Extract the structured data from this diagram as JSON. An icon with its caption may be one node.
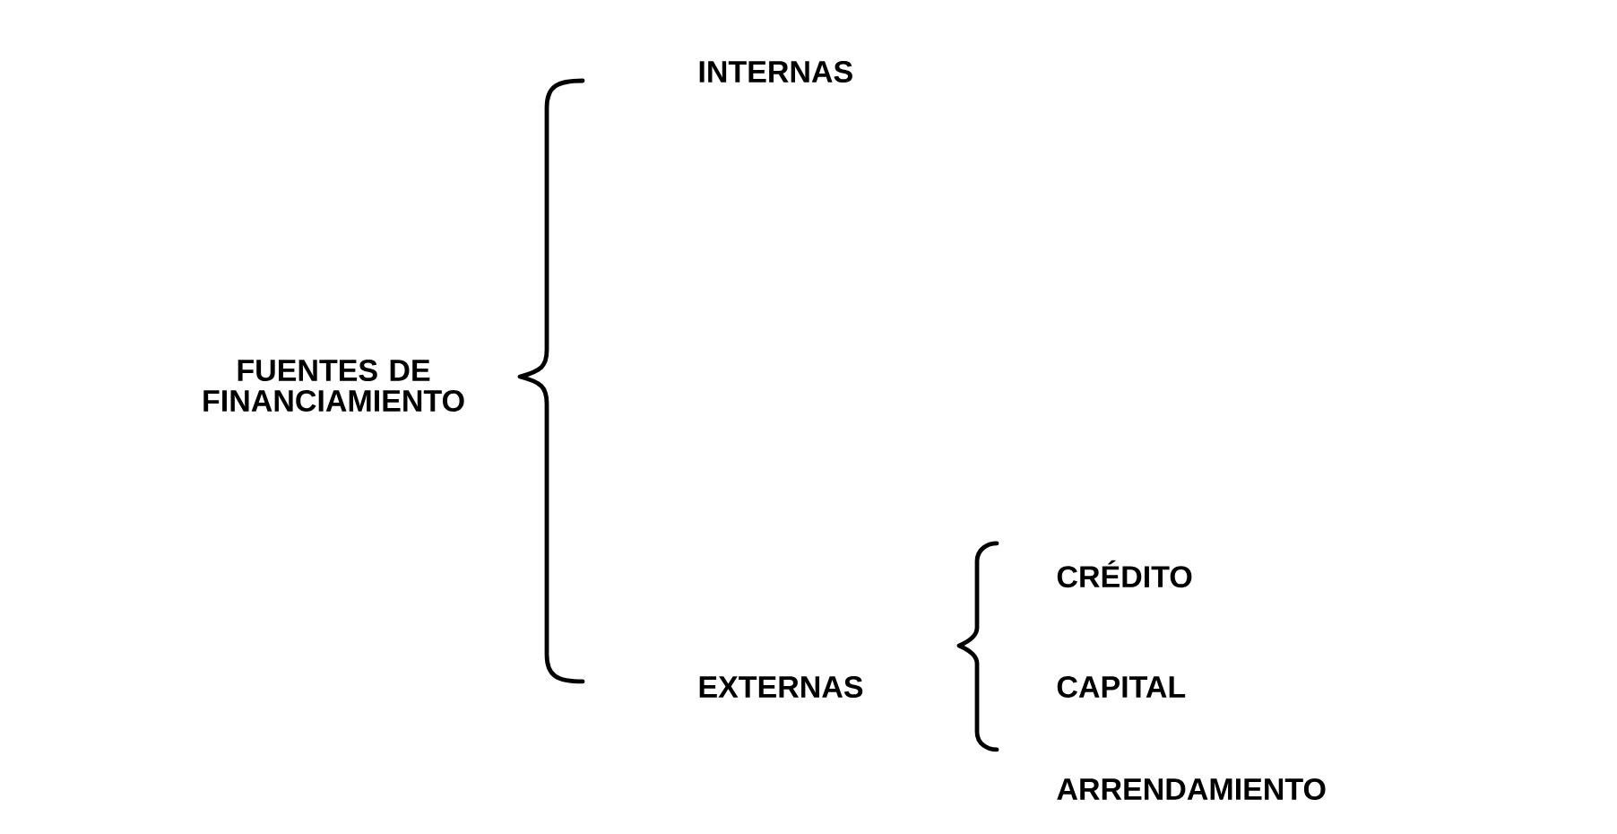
{
  "diagram": {
    "labels": [
      "INTERNAS",
      "FUENTES DE FINANCIAMIENTO",
      "CRÉDITO",
      "EXTERNAS",
      "CAPITAL",
      "ARRENDAMIENTO"
    ]
  }
}
